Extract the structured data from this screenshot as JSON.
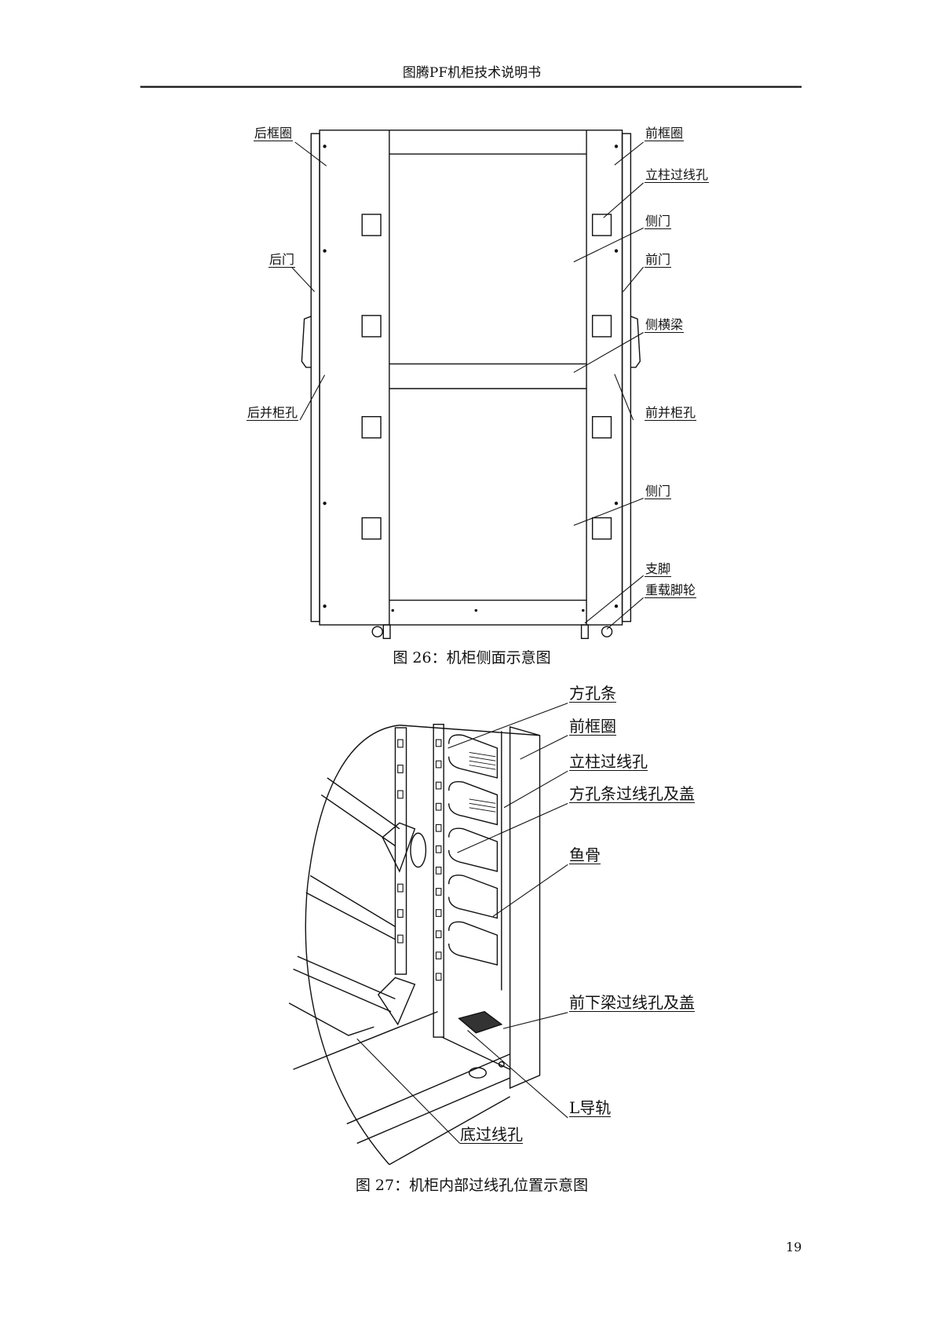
{
  "header": {
    "title": "图腾PF机柜技术说明书"
  },
  "figure26": {
    "caption": "图 26：机柜侧面示意图",
    "labels": {
      "rear_frame": "后框圈",
      "rear_door": "后门",
      "rear_join_hole": "后并柜孔",
      "front_frame": "前框圈",
      "column_cable_hole": "立柱过线孔",
      "side_door_upper": "侧门",
      "front_door": "前门",
      "side_beam": "侧横梁",
      "front_join_hole": "前并柜孔",
      "side_door_lower": "侧门",
      "support_foot": "支脚",
      "heavy_caster": "重载脚轮"
    }
  },
  "figure27": {
    "caption": "图 27：机柜内部过线孔位置示意图",
    "labels": {
      "square_hole_strip": "方孔条",
      "front_frame": "前框圈",
      "column_cable_hole": "立柱过线孔",
      "strip_cable_hole_cover": "方孔条过线孔及盖",
      "fishbone": "鱼骨",
      "lower_beam_cable_hole_cover": "前下梁过线孔及盖",
      "l_rail": "L导轨",
      "bottom_cable_hole": "底过线孔"
    }
  },
  "footer": {
    "page_number": "19"
  }
}
